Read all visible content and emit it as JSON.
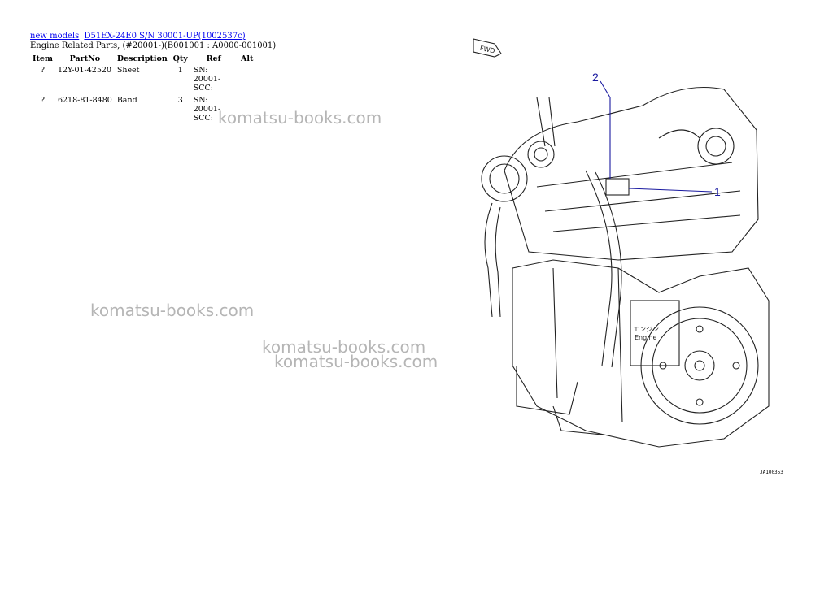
{
  "breadcrumb": {
    "link1": "new models",
    "link2": "D51EX-24E0 S/N 30001-UP(1002537c)"
  },
  "subtitle": "Engine Related Parts, (#20001-)(B001001 : A0000-001001)",
  "table": {
    "headers": [
      "Item",
      "PartNo",
      "Description",
      "Qty",
      "Ref",
      "Alt"
    ],
    "rows": [
      {
        "item": "?",
        "part": "12Y-01-42520",
        "desc": "Sheet",
        "qty": "1",
        "ref": "SN: 20001-SCC:",
        "alt": ""
      },
      {
        "item": "?",
        "part": "6218-81-8480",
        "desc": "Band",
        "qty": "3",
        "ref": "SN: 20001-SCC:",
        "alt": ""
      }
    ]
  },
  "watermark": "komatsu-books.com",
  "diagram": {
    "callout1": "1",
    "callout2": "2",
    "fwd": "FWD",
    "engine_jp": "エンジン",
    "engine_en": "Engine",
    "code": "JA100353"
  }
}
